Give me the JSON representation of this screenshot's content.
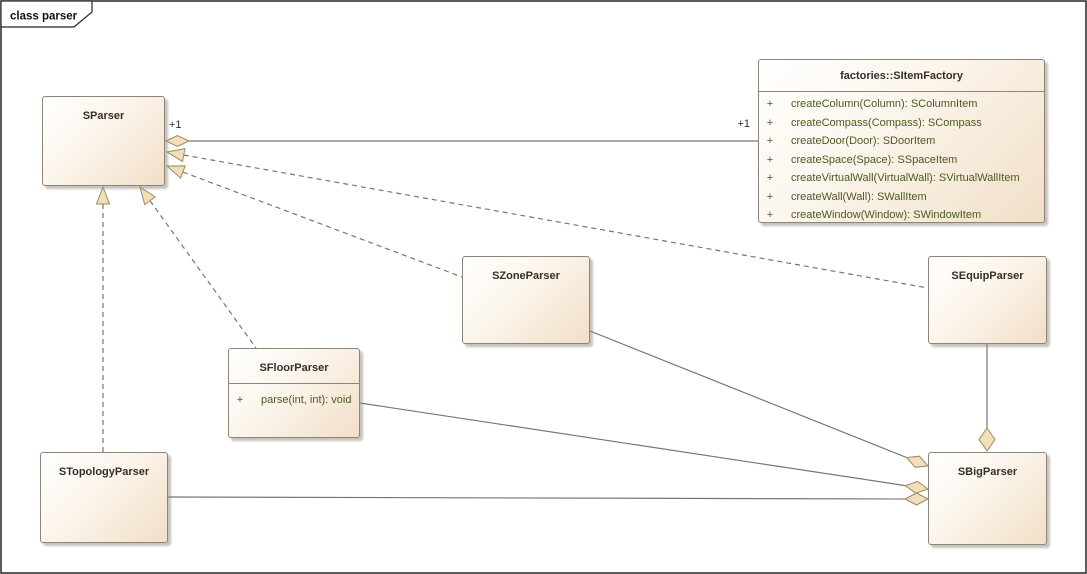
{
  "frame": {
    "label": "class parser"
  },
  "colors": {
    "background": "#ffffff",
    "box_fill_start": "#ffffff",
    "box_fill_end": "#f1dfc7",
    "box_border": "#8f8577",
    "title_text": "#342f27",
    "method_text": "#4c5a20",
    "connector_line": "#7a766e",
    "shape_fill": "#f2deb8",
    "shape_stroke": "#9b8a62",
    "frame_border": "#262626"
  },
  "classes": {
    "sparser": {
      "title": "SParser"
    },
    "factory": {
      "title": "factories::SItemFactory",
      "methods": [
        {
          "vis": "+",
          "sig": "createColumn(Column): SColumnItem"
        },
        {
          "vis": "+",
          "sig": "createCompass(Compass): SCompass"
        },
        {
          "vis": "+",
          "sig": "createDoor(Door): SDoorItem"
        },
        {
          "vis": "+",
          "sig": "createSpace(Space): SSpaceItem"
        },
        {
          "vis": "+",
          "sig": "createVirtualWall(VirtualWall): SVirtualWallItem"
        },
        {
          "vis": "+",
          "sig": "createWall(Wall): SWallItem"
        },
        {
          "vis": "+",
          "sig": "createWindow(Window): SWindowItem"
        }
      ]
    },
    "szone": {
      "title": "SZoneParser"
    },
    "sequip": {
      "title": "SEquipParser"
    },
    "sfloor": {
      "title": "SFloorParser",
      "methods": [
        {
          "vis": "+",
          "sig": "parse(int, int): void"
        }
      ]
    },
    "stopology": {
      "title": "STopologyParser"
    },
    "sbig": {
      "title": "SBigParser"
    }
  },
  "connectors": {
    "aggregation_sparser_factory": {
      "source_multiplicity": "+1",
      "target_multiplicity": "+1"
    }
  }
}
